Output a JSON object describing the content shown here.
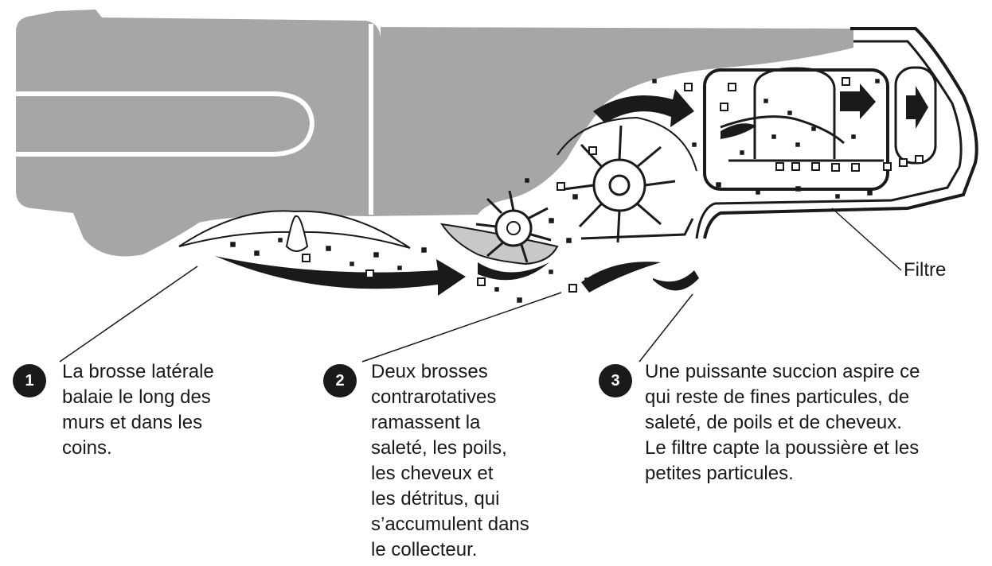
{
  "filter_label": "Filtre",
  "steps": [
    {
      "number": "1",
      "lines": [
        " La brosse latérale",
        "balaie le long des",
        "murs et dans les",
        "coins."
      ]
    },
    {
      "number": "2",
      "lines": [
        " Deux brosses",
        "contrarotatives",
        "ramassent la",
        "saleté, les poils,",
        "les cheveux et",
        "les détritus, qui",
        "s’accumulent dans",
        "le collecteur."
      ]
    },
    {
      "number": "3",
      "lines": [
        " Une puissante succion aspire ce",
        "qui reste de fines particules, de",
        "saleté, de poils et de cheveux.",
        "Le filtre capte la poussière et les",
        "petites particules."
      ]
    }
  ],
  "colors": {
    "body_gray": "#a6a6a6",
    "ink": "#1a1a1a",
    "badge": "#1a1a1a"
  }
}
